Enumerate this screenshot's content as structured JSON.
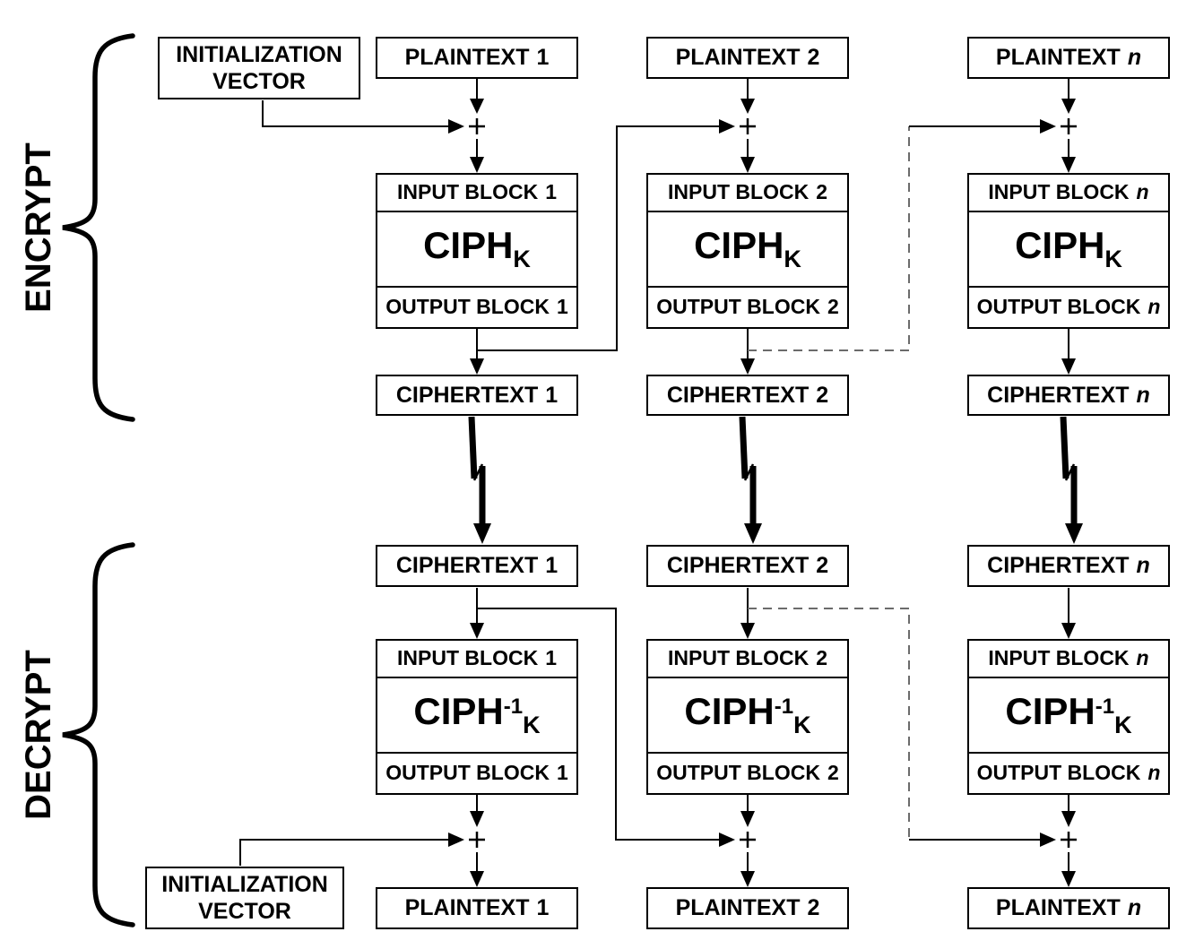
{
  "colors": {
    "ink": "#000000",
    "paper": "#ffffff",
    "dashed": "#6b6b6b"
  },
  "encrypt": {
    "section_label": "ENCRYPT",
    "iv": {
      "line1": "INITIALIZATION",
      "line2": "VECTOR"
    },
    "columns": [
      {
        "num": "1",
        "plaintext": "PLAINTEXT",
        "input": "INPUT BLOCK",
        "cipher": "CIPH",
        "cipher_key": "K",
        "output": "OUTPUT BLOCK",
        "ciphertext": "CIPHERTEXT"
      },
      {
        "num": "2",
        "plaintext": "PLAINTEXT",
        "input": "INPUT BLOCK",
        "cipher": "CIPH",
        "cipher_key": "K",
        "output": "OUTPUT BLOCK",
        "ciphertext": "CIPHERTEXT"
      },
      {
        "num": "n",
        "plaintext": "PLAINTEXT",
        "input": "INPUT BLOCK",
        "cipher": "CIPH",
        "cipher_key": "K",
        "output": "OUTPUT BLOCK",
        "ciphertext": "CIPHERTEXT"
      }
    ]
  },
  "decrypt": {
    "section_label": "DECRYPT",
    "iv": {
      "line1": "INITIALIZATION",
      "line2": "VECTOR"
    },
    "columns": [
      {
        "num": "1",
        "ciphertext": "CIPHERTEXT",
        "input": "INPUT BLOCK",
        "cipher": "CIPH",
        "cipher_inverse": "-1",
        "cipher_key": "K",
        "output": "OUTPUT BLOCK",
        "plaintext": "PLAINTEXT"
      },
      {
        "num": "2",
        "ciphertext": "CIPHERTEXT",
        "input": "INPUT BLOCK",
        "cipher": "CIPH",
        "cipher_inverse": "-1",
        "cipher_key": "K",
        "output": "OUTPUT BLOCK",
        "plaintext": "PLAINTEXT"
      },
      {
        "num": "n",
        "ciphertext": "CIPHERTEXT",
        "input": "INPUT BLOCK",
        "cipher": "CIPH",
        "cipher_inverse": "-1",
        "cipher_key": "K",
        "output": "OUTPUT BLOCK",
        "plaintext": "PLAINTEXT"
      }
    ]
  }
}
